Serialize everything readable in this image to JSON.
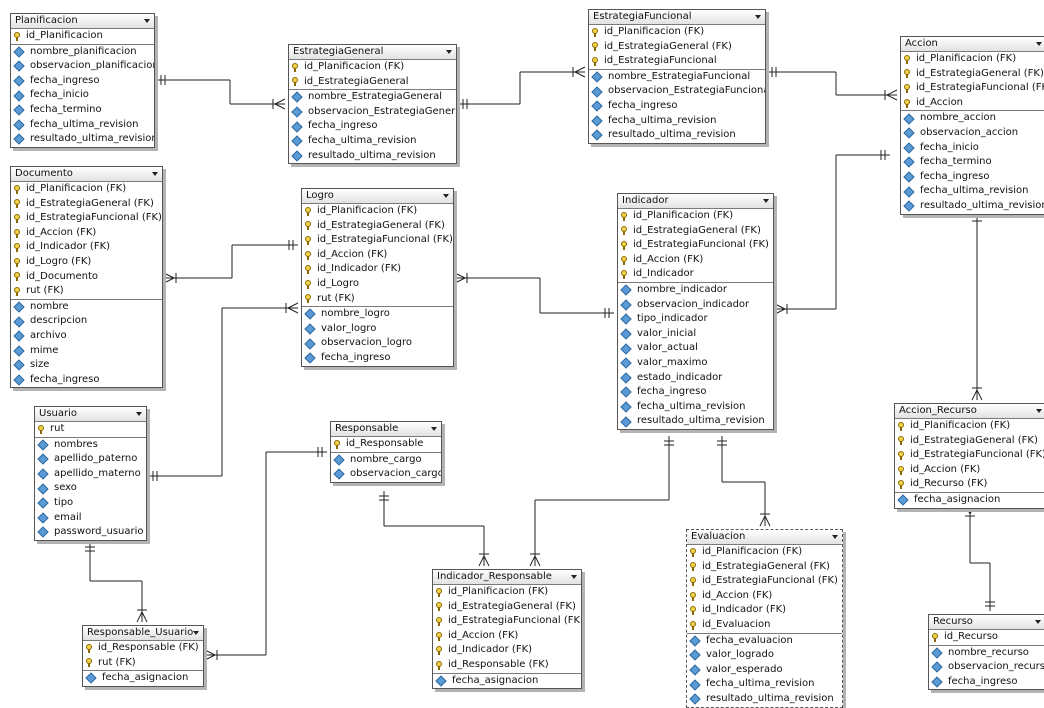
{
  "colors": {
    "line": "#222222",
    "border": "#555555",
    "key_icon": "#f2d24a",
    "attr_icon": "#5b9bd5"
  },
  "icons": {
    "key": "key-icon",
    "attribute": "attribute-diamond-icon",
    "menu": "dropdown-arrow-icon"
  },
  "entities": [
    {
      "name": "Planificacion",
      "keys": [
        "id_Planificacion"
      ],
      "attrs": [
        "nombre_planificacion",
        "observacion_planificacion",
        "fecha_ingreso",
        "fecha_inicio",
        "fecha_termino",
        "fecha_ultima_revision",
        "resultado_ultima_revision"
      ]
    },
    {
      "name": "EstrategiaGeneral",
      "keys": [
        "id_Planificacion (FK)",
        "id_EstrategiaGeneral"
      ],
      "attrs": [
        "nombre_EstrategiaGeneral",
        "observacion_EstrategiaGeneral",
        "fecha_ingreso",
        "fecha_ultima_revision",
        "resultado_ultima_revision"
      ]
    },
    {
      "name": "EstrategiaFuncional",
      "keys": [
        "id_Planificacion (FK)",
        "id_EstrategiaGeneral (FK)",
        "id_EstrategiaFuncional"
      ],
      "attrs": [
        "nombre_EstrategiaFuncional",
        "observacion_EstrategiaFuncional",
        "fecha_ingreso",
        "fecha_ultima_revision",
        "resultado_ultima_revision"
      ]
    },
    {
      "name": "Accion",
      "keys": [
        "id_Planificacion (FK)",
        "id_EstrategiaGeneral (FK)",
        "id_EstrategiaFuncional (FK)",
        "id_Accion"
      ],
      "attrs": [
        "nombre_accion",
        "observacion_accion",
        "fecha_inicio",
        "fecha_termino",
        "fecha_ingreso",
        "fecha_ultima_revision",
        "resultado_ultima_revision"
      ]
    },
    {
      "name": "Documento",
      "keys": [
        "id_Planificacion (FK)",
        "id_EstrategiaGeneral (FK)",
        "id_EstrategiaFuncional (FK)",
        "id_Accion (FK)",
        "id_Indicador (FK)",
        "id_Logro (FK)",
        "id_Documento",
        "rut (FK)"
      ],
      "attrs": [
        "nombre",
        "descripcion",
        "archivo",
        "mime",
        "size",
        "fecha_ingreso"
      ]
    },
    {
      "name": "Logro",
      "keys": [
        "id_Planificacion (FK)",
        "id_EstrategiaGeneral (FK)",
        "id_EstrategiaFuncional (FK)",
        "id_Accion (FK)",
        "id_Indicador (FK)",
        "id_Logro",
        "rut (FK)"
      ],
      "attrs": [
        "nombre_logro",
        "valor_logro",
        "observacion_logro",
        "fecha_ingreso"
      ]
    },
    {
      "name": "Indicador",
      "keys": [
        "id_Planificacion (FK)",
        "id_EstrategiaGeneral (FK)",
        "id_EstrategiaFuncional (FK)",
        "id_Accion (FK)",
        "id_Indicador"
      ],
      "attrs": [
        "nombre_indicador",
        "observacion_indicador",
        "tipo_indicador",
        "valor_inicial",
        "valor_actual",
        "valor_maximo",
        "estado_indicador",
        "fecha_ingreso",
        "fecha_ultima_revision",
        "resultado_ultima_revision"
      ]
    },
    {
      "name": "Usuario",
      "keys": [
        "rut"
      ],
      "attrs": [
        "nombres",
        "apellido_paterno",
        "apellido_materno",
        "sexo",
        "tipo",
        "email",
        "password_usuario"
      ]
    },
    {
      "name": "Responsable",
      "keys": [
        "id_Responsable"
      ],
      "attrs": [
        "nombre_cargo",
        "observacion_cargo"
      ]
    },
    {
      "name": "Indicador_Responsable",
      "keys": [
        "id_Planificacion (FK)",
        "id_EstrategiaGeneral (FK)",
        "id_EstrategiaFuncional (FK)",
        "id_Accion (FK)",
        "id_Indicador (FK)",
        "id_Responsable (FK)"
      ],
      "attrs": [
        "fecha_asignacion"
      ]
    },
    {
      "name": "Evaluacion",
      "keys": [
        "id_Planificacion (FK)",
        "id_EstrategiaGeneral (FK)",
        "id_EstrategiaFuncional (FK)",
        "id_Accion (FK)",
        "id_Indicador (FK)",
        "id_Evaluacion"
      ],
      "attrs": [
        "fecha_evaluacion",
        "valor_logrado",
        "valor_esperado",
        "fecha_ultima_revision",
        "resultado_ultima_revision"
      ]
    },
    {
      "name": "Accion_Recurso",
      "keys": [
        "id_Planificacion (FK)",
        "id_EstrategiaGeneral (FK)",
        "id_EstrategiaFuncional (FK)",
        "id_Accion (FK)",
        "id_Recurso (FK)"
      ],
      "attrs": [
        "fecha_asignacion"
      ]
    },
    {
      "name": "Responsable_Usuario",
      "keys": [
        "id_Responsable (FK)",
        "rut (FK)"
      ],
      "attrs": [
        "fecha_asignacion"
      ]
    },
    {
      "name": "Recurso",
      "keys": [
        "id_Recurso"
      ],
      "attrs": [
        "nombre_recurso",
        "observacion_recurso",
        "fecha_ingreso"
      ]
    }
  ]
}
